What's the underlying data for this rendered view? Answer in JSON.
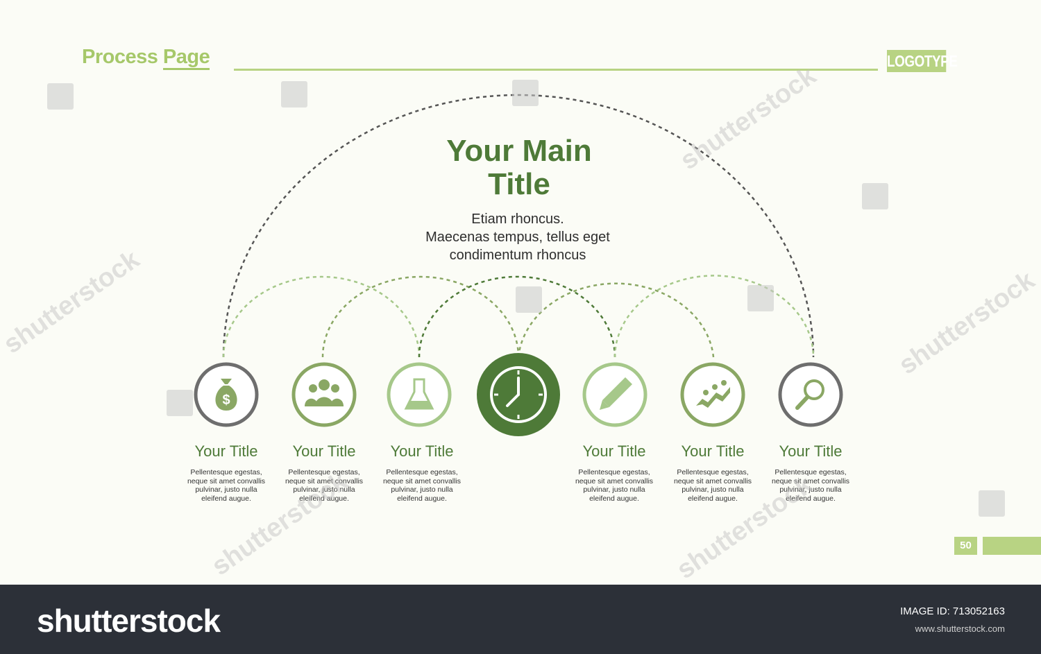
{
  "header": {
    "title_part1": "Process ",
    "title_part2": "Page",
    "logo": "LOGOTYPE"
  },
  "main": {
    "title": "Your Main Title",
    "description_lines": [
      "Etiam rhoncus.",
      "Maecenas tempus, tellus eget",
      "condimentum rhoncus"
    ]
  },
  "steps": [
    {
      "icon": "money-bag-icon",
      "title": "Your Title",
      "text": [
        "Pellentesque egestas,",
        "neque sit amet convallis",
        "pulvinar, justo nulla",
        "eleifend augue."
      ]
    },
    {
      "icon": "team-icon",
      "title": "Your Title",
      "text": [
        "Pellentesque egestas,",
        "neque sit amet convallis",
        "pulvinar, justo nulla",
        "eleifend augue."
      ]
    },
    {
      "icon": "flask-icon",
      "title": "Your Title",
      "text": [
        "Pellentesque egestas,",
        "neque sit amet convallis",
        "pulvinar, justo nulla",
        "eleifend augue."
      ]
    },
    {
      "icon": "clock-icon",
      "title": "",
      "text": []
    },
    {
      "icon": "pencil-icon",
      "title": "Your Title",
      "text": [
        "Pellentesque egestas,",
        "neque sit amet convallis",
        "pulvinar, justo nulla",
        "eleifend augue."
      ]
    },
    {
      "icon": "growth-chart-icon",
      "title": "Your Title",
      "text": [
        "Pellentesque egestas,",
        "neque sit amet convallis",
        "pulvinar, justo nulla",
        "eleifend augue."
      ]
    },
    {
      "icon": "magnifier-icon",
      "title": "Your Title",
      "text": [
        "Pellentesque egestas,",
        "neque sit amet convallis",
        "pulvinar, justo nulla",
        "eleifend augue."
      ]
    }
  ],
  "colors": {
    "dark_green": "#4e7a38",
    "mid_green": "#8aa764",
    "light_green": "#a6c88a",
    "gray": "#6e6e6e",
    "accent": "#b8d383"
  },
  "page_number": "50",
  "watermark": {
    "text": "shutterstock",
    "brand": "shutterstock",
    "image_id": "IMAGE ID: 713052163",
    "url": "www.shutterstock.com"
  }
}
